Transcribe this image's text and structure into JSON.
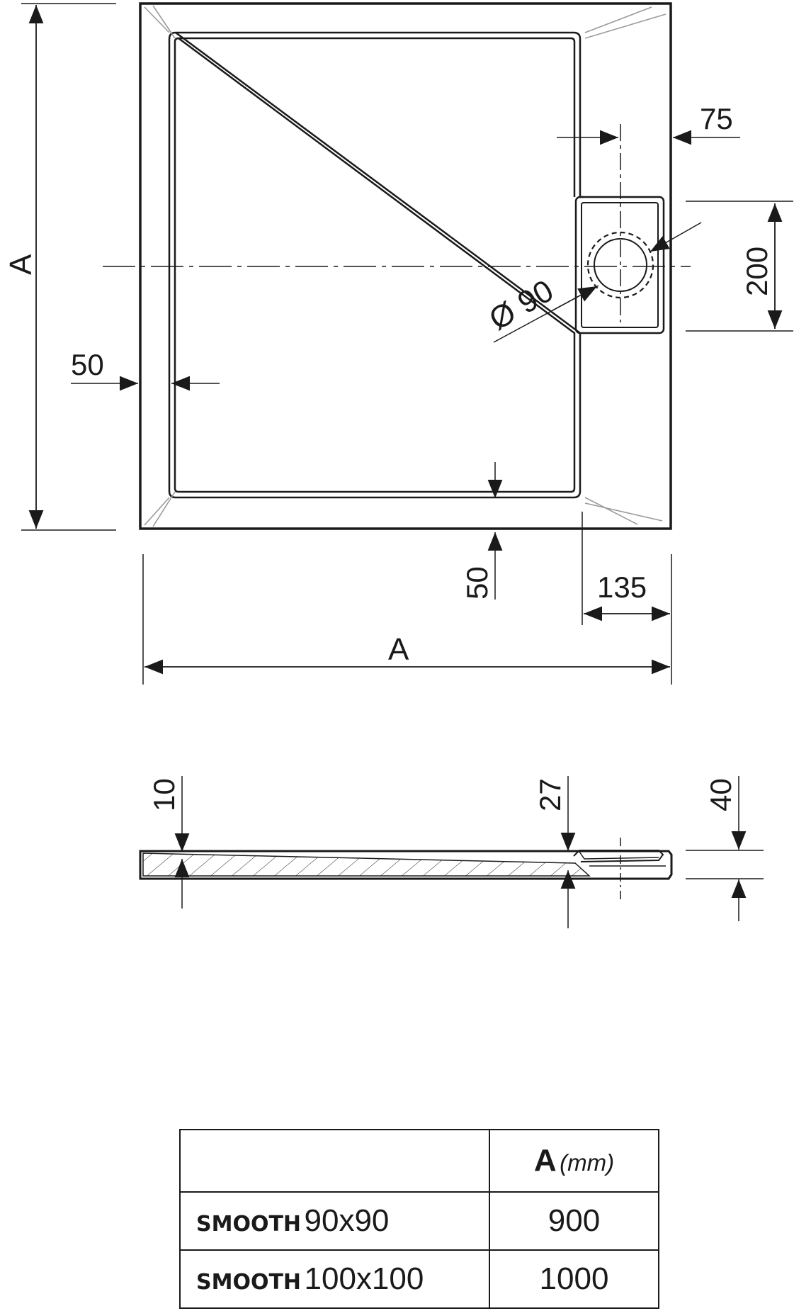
{
  "dimensions": {
    "side_left": "A",
    "side_bottom": "A",
    "rim_left": "50",
    "rim_bottom": "50",
    "drain_offset_top": "75",
    "drain_width": "200",
    "drain_diameter": "Ø 90",
    "drain_offset_side": "135",
    "section_rim": "10",
    "section_mid": "27",
    "section_total": "40"
  },
  "table": {
    "header_a": "A",
    "header_unit": "(mm)",
    "rows": [
      {
        "model": "SMOOTH",
        "size": "90x90",
        "a": "900"
      },
      {
        "model": "SMOOTH",
        "size": "100x100",
        "a": "1000"
      }
    ]
  },
  "colors": {
    "line": "#1a1a1a",
    "background": "#ffffff"
  }
}
